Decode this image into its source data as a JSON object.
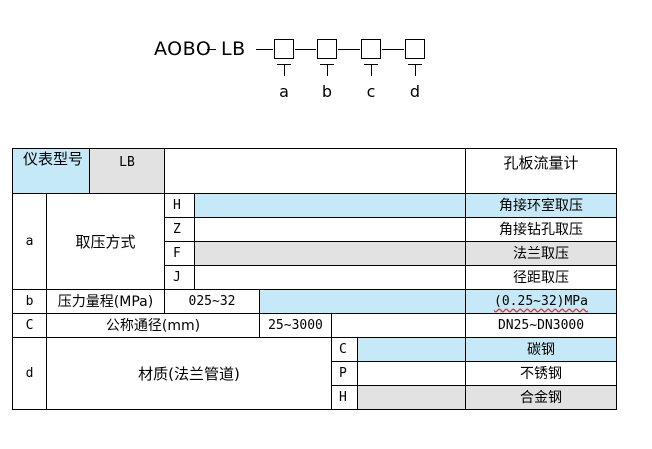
{
  "code": {
    "prefix": "AOBO",
    "mid": "LB",
    "letters": [
      "a",
      "b",
      "c",
      "d"
    ]
  },
  "table": {
    "row0": {
      "c1": "仪表型号",
      "c2": "LB",
      "c4": "孔板流量计"
    },
    "group_a": {
      "label": "a",
      "name": "取压方式",
      "rows": [
        {
          "code": "H",
          "desc": "角接环室取压"
        },
        {
          "code": "Z",
          "desc": "角接钻孔取压"
        },
        {
          "code": "F",
          "desc": "法兰取压"
        },
        {
          "code": "J",
          "desc": "径距取压"
        }
      ]
    },
    "row_b": {
      "label": "b",
      "name": "压力量程(MPa)",
      "range": "025~32",
      "desc": "(0.25~32)MPa"
    },
    "row_c": {
      "label": "C",
      "name": "公称通径(mm)",
      "range": "25~3000",
      "desc": "DN25~DN3000"
    },
    "group_d": {
      "label": "d",
      "name": "材质(法兰管道)",
      "rows": [
        {
          "code": "C",
          "desc": "碳钢"
        },
        {
          "code": "P",
          "desc": "不锈钢"
        },
        {
          "code": "H",
          "desc": "合金钢"
        }
      ]
    }
  },
  "colors": {
    "blue": "#c5e9f7",
    "grey": "#e2e2e2"
  }
}
